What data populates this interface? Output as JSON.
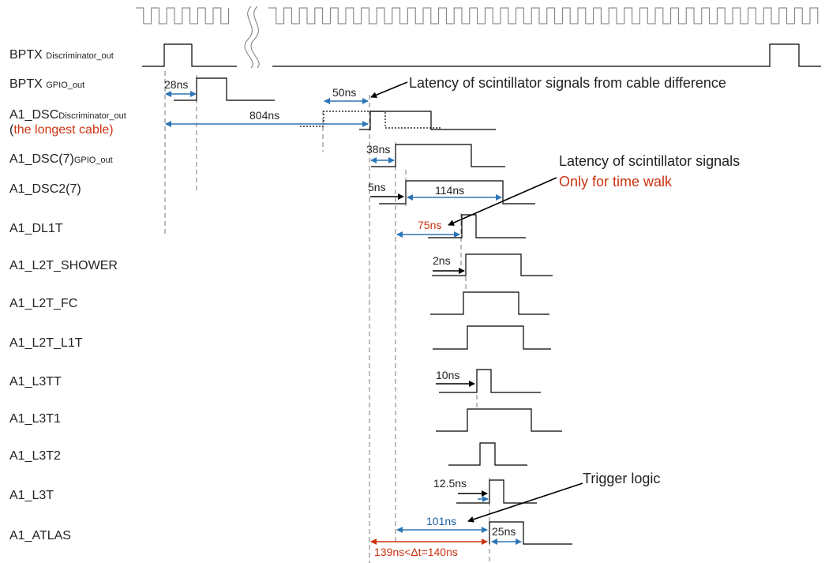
{
  "signals": [
    {
      "name": "BPTX",
      "sub": "Discriminator_out"
    },
    {
      "name": "BPTX",
      "sub": "GPIO_out"
    },
    {
      "name": "A1_DSC",
      "sub": "Discriminator_out"
    },
    {
      "name": "A1_DSC(7)",
      "sub": "GPIO_out"
    },
    {
      "name": "A1_DSC2(7)",
      "sub": ""
    },
    {
      "name": "A1_DL1T",
      "sub": ""
    },
    {
      "name": "A1_L2T_SHOWER",
      "sub": ""
    },
    {
      "name": "A1_L2T_FC",
      "sub": ""
    },
    {
      "name": "A1_L2T_L1T",
      "sub": ""
    },
    {
      "name": "A1_L3TT",
      "sub": ""
    },
    {
      "name": "A1_L3T1",
      "sub": ""
    },
    {
      "name": "A1_L3T2",
      "sub": ""
    },
    {
      "name": "A1_L3T",
      "sub": ""
    },
    {
      "name": "A1_ATLAS",
      "sub": ""
    }
  ],
  "dsc_note_open": "(",
  "dsc_note": "the longest cable)",
  "intervals": {
    "t28": "28ns",
    "t50": "50ns",
    "t804": "804ns",
    "t38": "38ns",
    "t5": "5ns",
    "t114": "114ns",
    "t75": "75ns",
    "t2": "2ns",
    "t10": "10ns",
    "t12_5": "12.5ns",
    "t101": "101ns",
    "t25": "25ns",
    "t139": "139ns<Δt=140ns"
  },
  "annotations": {
    "cable_latency": "Latency of scintillator signals from cable difference",
    "sci_latency": "Latency of scintillator signals",
    "time_walk": "Only for time walk",
    "trigger_logic": "Trigger logic"
  },
  "colors": {
    "blue": "#2e75b6",
    "red": "#cc3311",
    "text": "#222222"
  }
}
